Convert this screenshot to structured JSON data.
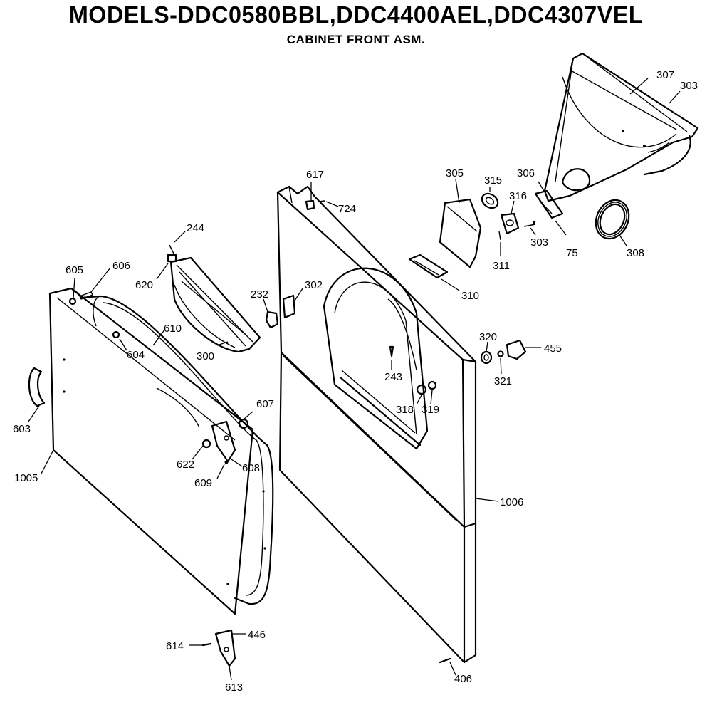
{
  "header": {
    "title": "MODELS-DDC0580BBL,DDC4400AEL,DDC4307VEL",
    "subtitle": "CABINET FRONT ASM."
  },
  "callouts": {
    "p307": "307",
    "p303a": "303",
    "p305": "305",
    "p315": "315",
    "p306": "306",
    "p316": "316",
    "p303b": "303",
    "p75": "75",
    "p308": "308",
    "p311": "311",
    "p310": "310",
    "p617": "617",
    "p724": "724",
    "p244": "244",
    "p620": "620",
    "p605": "605",
    "p606": "606",
    "p610": "610",
    "p604": "604",
    "p300": "300",
    "p232": "232",
    "p302": "302",
    "p243": "243",
    "p320": "320",
    "p321": "321",
    "p455": "455",
    "p318": "318",
    "p319": "319",
    "p603": "603",
    "p607": "607",
    "p622": "622",
    "p608": "608",
    "p609": "609",
    "p1005": "1005",
    "p1006": "1006",
    "p614": "614",
    "p446": "446",
    "p613": "613",
    "p406": "406"
  }
}
